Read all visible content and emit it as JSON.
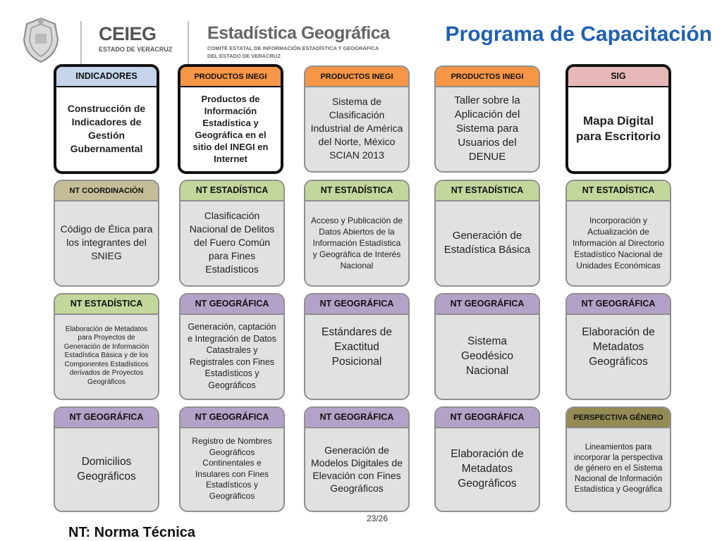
{
  "header": {
    "ceieg": "CEIEG",
    "ceieg_sub": "ESTADO DE VERACRUZ",
    "estadistica_geografica": "Estadística Geográfica",
    "estadistica_sub": "COMITÉ ESTATAL DE INFORMACIÓN ESTADÍSTICA Y GEOGRÁFICA DEL ESTADO DE VERACRUZ",
    "title": "Programa de Capacitación"
  },
  "colors": {
    "title": "#2060b0",
    "highlight_text": "#c00000",
    "indicadores": "#c5d4ea",
    "productos_inegi": "#f79646",
    "sig": "#e6b9b8",
    "nt_coordinacion": "#c4bd97",
    "nt_estadistica": "#c3d69b",
    "nt_geografica": "#b3a2c7",
    "perspectiva_genero": "#948a54"
  },
  "rows": [
    [
      {
        "tab": "INDICADORES",
        "body": "Construcción de Indicadores de Gestión Gubernamental"
      },
      {
        "tab": "PRODUCTOS INEGI",
        "body": "Productos de Información Estadística y Geográfica en el sitio del INEGI en Internet"
      },
      {
        "tab": "PRODUCTOS INEGI",
        "body": "Sistema de Clasificación Industrial de América del Norte, México SCIAN 2013"
      },
      {
        "tab": "PRODUCTOS INEGI",
        "body": "Taller sobre la Aplicación del Sistema para Usuarios del DENUE"
      },
      {
        "tab": "SIG",
        "body": "Mapa Digital para Escritorio"
      }
    ],
    [
      {
        "tab": "NT COORDINACIÓN",
        "body": "Código de Ética para los integrantes del SNIEG"
      },
      {
        "tab": "NT ESTADÍSTICA",
        "body": "Clasificación Nacional de Delitos del Fuero Común para Fines Estadísticos"
      },
      {
        "tab": "NT ESTADÍSTICA",
        "body": "Acceso y Publicación de Datos Abiertos de la Información Estadística y Geográfica de Interés Nacional"
      },
      {
        "tab": "NT ESTADÍSTICA",
        "body": "Generación de Estadística Básica"
      },
      {
        "tab": "NT ESTADÍSTICA",
        "body": "Incorporación y Actualización de Información al Directorio Estadístico Nacional de Unidades Económicas"
      }
    ],
    [
      {
        "tab": "NT ESTADÍSTICA",
        "body": "Elaboración de Metadatos para Proyectos de Generación de Información Estadística Básica y de los Componentes Estadísticos derivados de Proyectos Geográficos"
      },
      {
        "tab": "NT GEOGRÁFICA",
        "body": "Generación, captación e Integración de Datos Catastrales y Registrales con Fines Estadísticos y Geográficos"
      },
      {
        "tab": "NT GEOGRÁFICA",
        "body": "Estándares de Exactitud Posicional"
      },
      {
        "tab": "NT GEOGRÁFICA",
        "body": "Sistema Geodésico Nacional"
      },
      {
        "tab": "NT GEOGRÁFICA",
        "body": "Elaboración de Metadatos Geográficos"
      }
    ],
    [
      {
        "tab": "NT GEOGRÁFICA",
        "body": "Domicilios Geográficos"
      },
      {
        "tab": "NT GEOGRÁFICA",
        "body": "Registro de Nombres Geográficos Continentales e Insulares con Fines Estadísticos y Geográficos"
      },
      {
        "tab": "NT GEOGRÁFICA",
        "body": "Generación de Modelos Digitales de Elevación con Fines Geográficos"
      },
      {
        "tab": "NT GEOGRÁFICA",
        "body": "Elaboración de Metadatos Geográficos"
      },
      {
        "tab": "PERSPECTIVA GÉNERO",
        "body": "Lineamientos para incorporar la perspectiva de género en el Sistema Nacional de Información Estadística y Geográfica"
      }
    ]
  ],
  "footer": {
    "note": "NT: Norma Técnica",
    "page": "23/26"
  }
}
